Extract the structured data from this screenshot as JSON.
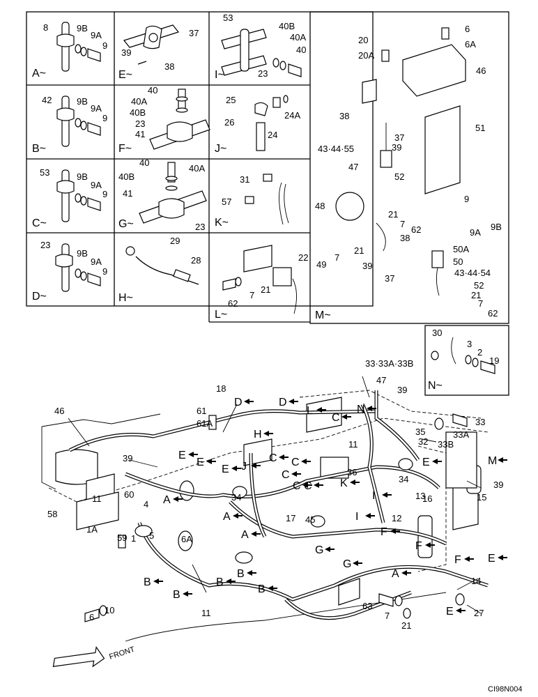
{
  "panels": {
    "A": {
      "letter": "A~",
      "parts": [
        "8",
        "9B",
        "9A",
        "9"
      ]
    },
    "B": {
      "letter": "B~",
      "parts": [
        "42",
        "9B",
        "9A",
        "9"
      ]
    },
    "C": {
      "letter": "C~",
      "parts": [
        "53",
        "9B",
        "9A",
        "9"
      ]
    },
    "D": {
      "letter": "D~",
      "parts": [
        "23",
        "9B",
        "9A",
        "9"
      ]
    },
    "E": {
      "letter": "E~",
      "parts": [
        "37",
        "39",
        "38"
      ]
    },
    "F": {
      "letter": "F~",
      "parts": [
        "40",
        "40A",
        "40B",
        "23",
        "41"
      ]
    },
    "G": {
      "letter": "G~",
      "parts": [
        "40",
        "40A",
        "40B",
        "41",
        "23"
      ]
    },
    "H": {
      "letter": "H~",
      "parts": [
        "29",
        "28"
      ]
    },
    "I": {
      "letter": "I~",
      "parts": [
        "53",
        "40B",
        "40A",
        "40",
        "23"
      ]
    },
    "J": {
      "letter": "J~",
      "parts": [
        "25",
        "24A",
        "26",
        "24"
      ]
    },
    "K": {
      "letter": "K~",
      "parts": [
        "31",
        "57"
      ]
    },
    "L": {
      "letter": "L~",
      "parts": [
        "22",
        "7",
        "21",
        "62"
      ]
    },
    "M": {
      "letter": "M~",
      "parts": [
        "6",
        "6A",
        "20",
        "20A",
        "46",
        "38",
        "37",
        "39",
        "51",
        "43·44·55",
        "47",
        "52",
        "48",
        "21",
        "7",
        "62",
        "9",
        "9A",
        "9B",
        "50A",
        "50",
        "43·44·54",
        "49",
        "7",
        "21",
        "38",
        "39",
        "37",
        "52",
        "21",
        "7",
        "62"
      ]
    },
    "N": {
      "letter": "N~",
      "parts": [
        "30",
        "3",
        "2",
        "19"
      ]
    }
  },
  "main": {
    "callouts": [
      "46",
      "61",
      "61A",
      "18",
      "39",
      "58",
      "60",
      "4",
      "59",
      "11",
      "1A",
      "1",
      "5",
      "10",
      "6",
      "6A",
      "11",
      "17",
      "34",
      "11",
      "36",
      "45",
      "34",
      "33·33A·33B",
      "47",
      "39",
      "35",
      "32",
      "33",
      "33A",
      "33B",
      "13",
      "16",
      "12",
      "15",
      "39",
      "14",
      "27",
      "63",
      "7",
      "21"
    ],
    "arrow_letters": [
      "D",
      "D",
      "L",
      "C",
      "N",
      "E",
      "E",
      "E",
      "J",
      "H",
      "C",
      "C",
      "C",
      "C",
      "C",
      "K",
      "A",
      "A",
      "A",
      "A",
      "I",
      "I",
      "G",
      "G",
      "F",
      "F",
      "F",
      "M",
      "E",
      "E",
      "E",
      "B",
      "B",
      "B",
      "B",
      "B"
    ],
    "front_label": "FRONT"
  },
  "figure_code": "CI98N004"
}
